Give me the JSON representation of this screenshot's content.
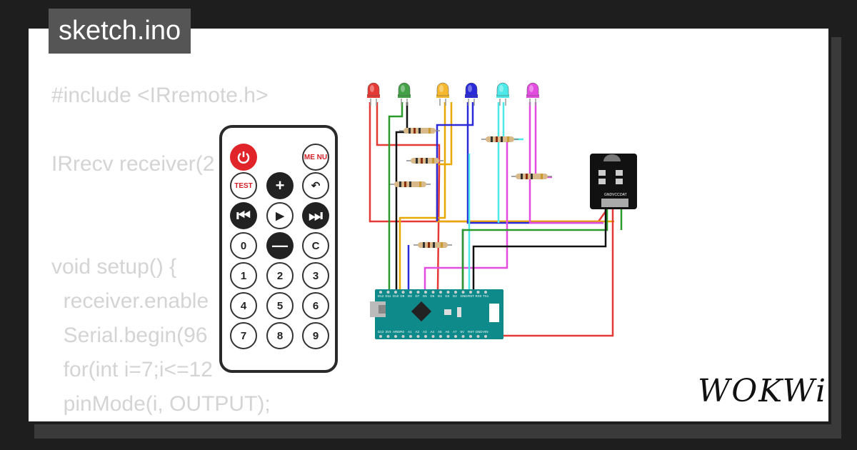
{
  "tab": {
    "title": "sketch.ino"
  },
  "code_lines": [
    "#include <IRremote.h>",
    "",
    "IRrecv receiver(2",
    "",
    "",
    "void setup() {",
    "  receiver.enable",
    "  Serial.begin(96",
    "  for(int i=7;i<=12",
    "  pinMode(i, OUTPUT);",
    "}"
  ],
  "remote": {
    "buttons": [
      {
        "id": "power",
        "label": "",
        "icon": "power-icon"
      },
      {
        "id": "menu",
        "label": "ME NU"
      },
      {
        "id": "test",
        "label": "TEST"
      },
      {
        "id": "plus",
        "label": "+"
      },
      {
        "id": "back",
        "label": "↶",
        "icon": "back-icon"
      },
      {
        "id": "prev",
        "label": "⏮",
        "icon": "prev-icon"
      },
      {
        "id": "play",
        "label": "▶",
        "icon": "play-icon"
      },
      {
        "id": "next",
        "label": "⏭",
        "icon": "next-icon"
      },
      {
        "id": "0",
        "label": "0"
      },
      {
        "id": "minus",
        "label": "—"
      },
      {
        "id": "c",
        "label": "C"
      },
      {
        "id": "1",
        "label": "1"
      },
      {
        "id": "2",
        "label": "2"
      },
      {
        "id": "3",
        "label": "3"
      },
      {
        "id": "4",
        "label": "4"
      },
      {
        "id": "5",
        "label": "5"
      },
      {
        "id": "6",
        "label": "6"
      },
      {
        "id": "7",
        "label": "7"
      },
      {
        "id": "8",
        "label": "8"
      },
      {
        "id": "9",
        "label": "9"
      }
    ]
  },
  "circuit": {
    "leds": [
      {
        "color": "#e53935"
      },
      {
        "color": "#43a047"
      },
      {
        "color": "#f5b82e"
      },
      {
        "color": "#2a2ad8"
      },
      {
        "color": "#4de8e8"
      },
      {
        "color": "#e24de0"
      }
    ],
    "ir_receiver": {
      "pins": [
        "GND",
        "VCC",
        "DAT"
      ]
    },
    "nano": {
      "top_pins": [
        "D12",
        "D11",
        "D10",
        "D9",
        "D8",
        "D7",
        "D6",
        "D5",
        "D4",
        "D3",
        "D2",
        "GND",
        "RST",
        "RX0",
        "TX1"
      ],
      "bottom_pins": [
        "D13",
        "3V3",
        "AREF",
        "A0",
        "A1",
        "A2",
        "A3",
        "A4",
        "A5",
        "A6",
        "A7",
        "5V",
        "RST",
        "GND",
        "VIN"
      ]
    }
  },
  "brand": {
    "logo": "WOKWi"
  }
}
